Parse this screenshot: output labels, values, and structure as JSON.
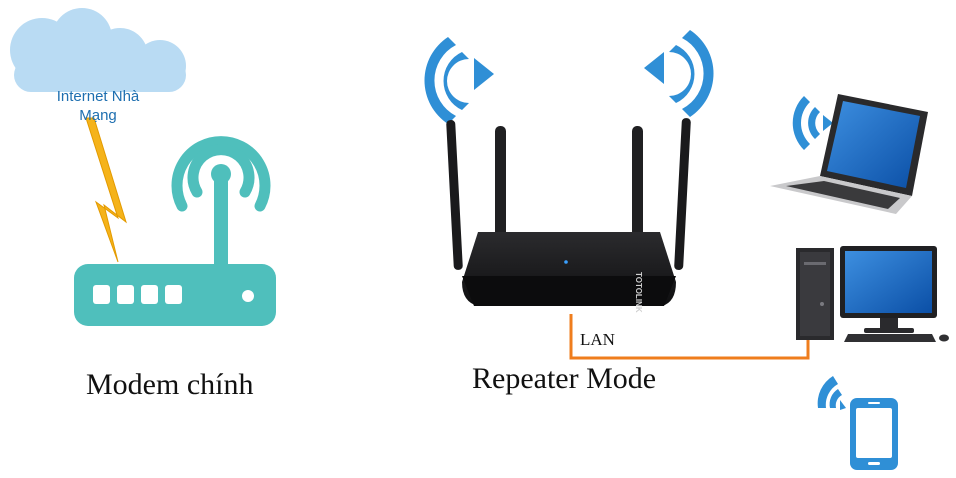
{
  "labels": {
    "internet_line1": "Internet Nhà",
    "internet_line2": "Mạng",
    "modem": "Modem chính",
    "repeater": "Repeater Mode",
    "lan": "LAN"
  },
  "brand_text": "TOTOLINK",
  "colors": {
    "modem_teal": "#4fbfbc",
    "wifi_blue": "#2f8fd6",
    "cloud_fill": "#b9dbf3",
    "lightning": "#f5b31a",
    "lan_cable": "#ef7d1d",
    "router_body": "#1c1c1e",
    "label_blue": "#1e6fb0"
  },
  "icons": [
    "cloud-icon",
    "lightning-icon",
    "modem-icon",
    "router-icon",
    "laptop-icon",
    "desktop-icon",
    "phone-icon",
    "wifi-signal-icon"
  ]
}
